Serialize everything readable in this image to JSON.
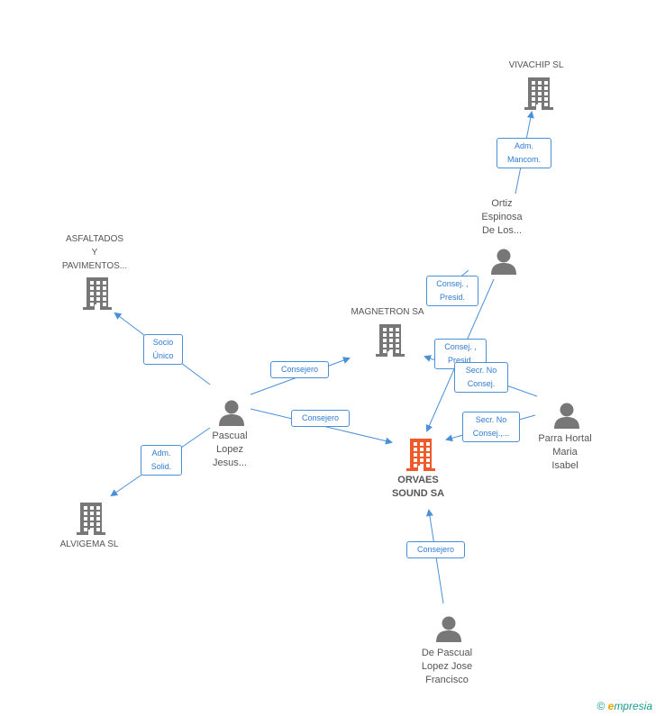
{
  "colors": {
    "edge": "#4a90d9",
    "node_gray": "#777777",
    "main_node": "#f05a28"
  },
  "nodes": {
    "vivachip": {
      "label": "VIVACHIP SL",
      "icon": "building-icon"
    },
    "asfaltados": {
      "label": "ASFALTADOS\nY\nPAVIMENTOS...",
      "icon": "building-icon"
    },
    "magnetron": {
      "label": "MAGNETRON SA",
      "icon": "building-icon"
    },
    "alvigema": {
      "label": "ALVIGEMA SL",
      "icon": "building-icon"
    },
    "orvaes": {
      "label": "ORVAES\nSOUND SA",
      "icon": "building-icon"
    },
    "ortiz": {
      "label": "Ortiz\nEspinosa\nDe Los...",
      "icon": "person-icon"
    },
    "pascual": {
      "label": "Pascual\nLopez\nJesus...",
      "icon": "person-icon"
    },
    "parra": {
      "label": "Parra Hortal\nMaria\nIsabel",
      "icon": "person-icon"
    },
    "depascual": {
      "label": "De Pascual\nLopez Jose\nFrancisco",
      "icon": "person-icon"
    }
  },
  "edges": [
    {
      "label": "Adm.\nMancom."
    },
    {
      "label": "Consej. ,\nPresid."
    },
    {
      "label": "Consej. ,\nPresid."
    },
    {
      "label": "Secr.  No\nConsej."
    },
    {
      "label": "Secr.  No\nConsej.,..."
    },
    {
      "label": "Socio\nÚnico"
    },
    {
      "label": "Consejero"
    },
    {
      "label": "Consejero"
    },
    {
      "label": "Adm.\nSolid."
    },
    {
      "label": "Consejero"
    }
  ],
  "footer": {
    "copyright": "©",
    "brand_e": "e",
    "brand_rest": "mpresia"
  }
}
